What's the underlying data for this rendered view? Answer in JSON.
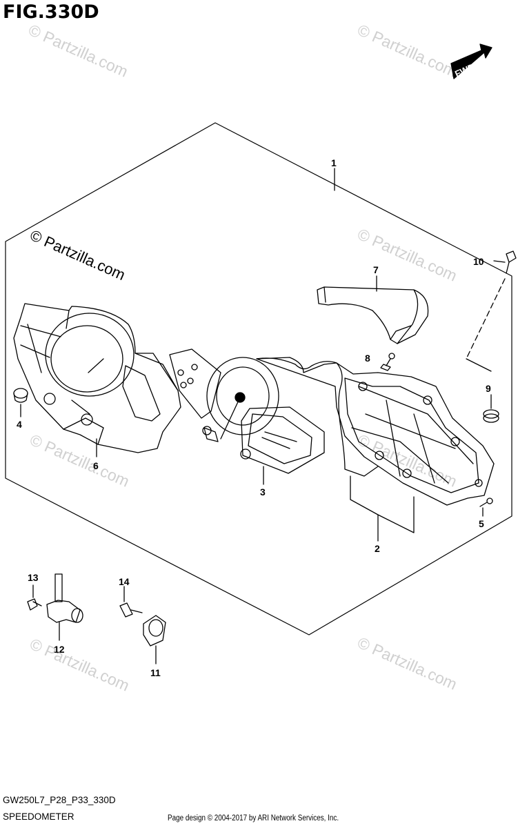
{
  "figure_title": "FIG.330D",
  "fwd_label": "FWD",
  "watermark_text": "© Partzilla.com",
  "diagram_code": "GW250L7_P28_P33_330D",
  "diagram_name": "SPEEDOMETER",
  "credit": "Page design © 2004-2017 by ARI Network Services, Inc.",
  "callouts": [
    {
      "id": "callout-1",
      "label": "1"
    },
    {
      "id": "callout-2",
      "label": "2"
    },
    {
      "id": "callout-3",
      "label": "3"
    },
    {
      "id": "callout-4",
      "label": "4"
    },
    {
      "id": "callout-5",
      "label": "5"
    },
    {
      "id": "callout-6",
      "label": "6"
    },
    {
      "id": "callout-7",
      "label": "7"
    },
    {
      "id": "callout-8",
      "label": "8"
    },
    {
      "id": "callout-9",
      "label": "9"
    },
    {
      "id": "callout-10",
      "label": "10"
    },
    {
      "id": "callout-11",
      "label": "11"
    },
    {
      "id": "callout-12",
      "label": "12"
    },
    {
      "id": "callout-13",
      "label": "13"
    },
    {
      "id": "callout-14",
      "label": "14"
    }
  ],
  "colors": {
    "line": "#000000",
    "watermark": "#d0d0d0",
    "background": "#ffffff"
  }
}
